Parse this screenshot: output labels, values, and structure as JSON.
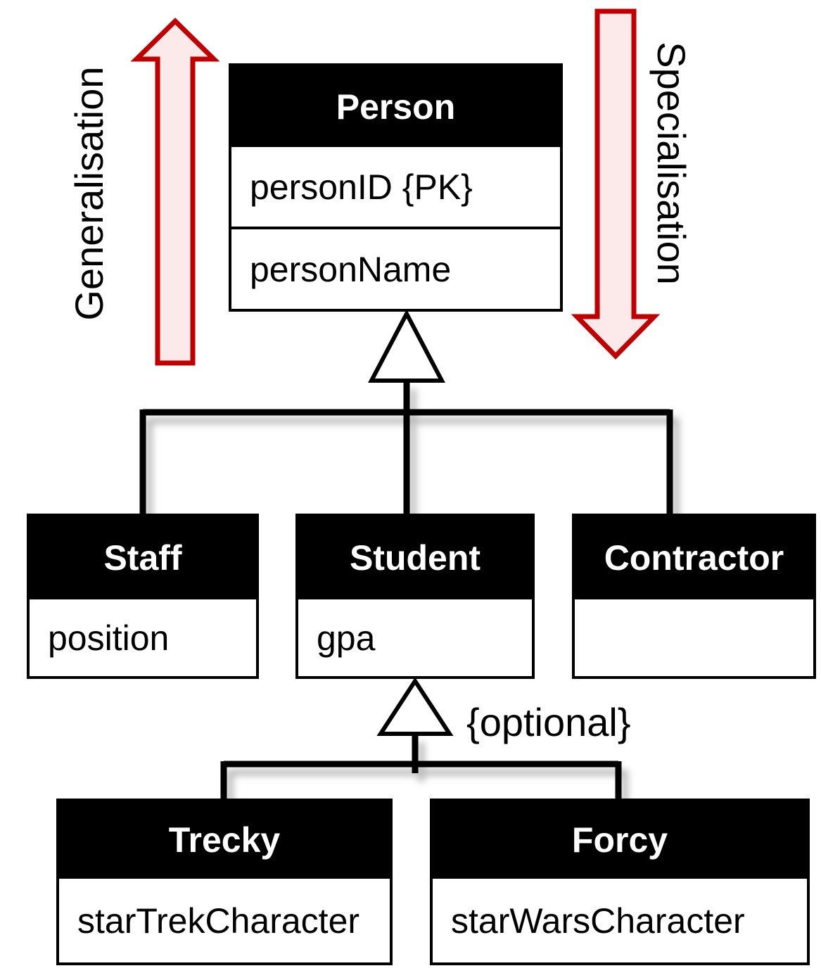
{
  "colors": {
    "background": "#ffffff",
    "header_bg": "#000000",
    "header_text": "#ffffff",
    "body_bg": "#ffffff",
    "box_border": "#000000",
    "connector": "#000000",
    "triangle_fill": "#ffffff",
    "arrow_stroke": "#c00000",
    "arrow_fill": "#fce9e9",
    "text": "#000000"
  },
  "labels": {
    "generalisation": "Generalisation",
    "specialisation": "Specialisation",
    "optional_constraint": "{optional}"
  },
  "entities": {
    "person": {
      "name": "Person",
      "attributes": [
        "personID {PK}",
        "personName"
      ]
    },
    "staff": {
      "name": "Staff",
      "attributes": [
        "position"
      ]
    },
    "student": {
      "name": "Student",
      "attributes": [
        "gpa"
      ]
    },
    "contractor": {
      "name": "Contractor",
      "attributes": []
    },
    "trecky": {
      "name": "Trecky",
      "attributes": [
        "starTrekCharacter"
      ]
    },
    "forcy": {
      "name": "Forcy",
      "attributes": [
        "starWarsCharacter"
      ]
    }
  }
}
